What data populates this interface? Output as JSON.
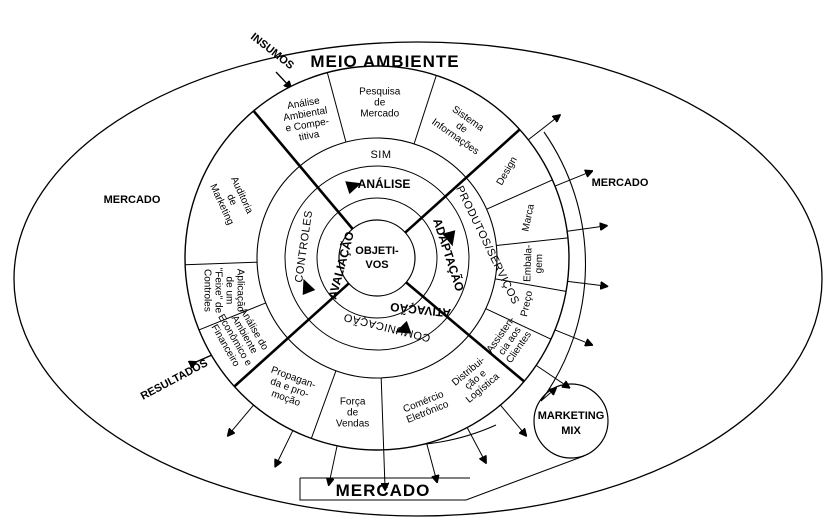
{
  "diagram": {
    "title": "MEIO AMBIENTE",
    "inputs_label": "INSUMOS",
    "results_label": "RESULTADOS",
    "market_left": "MERCADO",
    "market_right": "MERCADO",
    "market_bottom": "MERCADO",
    "marketing_mix": [
      "MARKETING",
      "MIX"
    ],
    "center": [
      "OBJETI-",
      "VOS"
    ],
    "process": {
      "analysis": "ANÁLISE",
      "adaptation": "ADAPTAÇÃO",
      "activation": "ATIVAÇÃO",
      "evaluation": "AVALIAÇÃO"
    },
    "middle_ring": {
      "sim": "SIM",
      "products": "PRODUTOS/SERVIÇOS",
      "communication": "COMUNICAÇÃO",
      "controls": "CONTROLES"
    },
    "outer": {
      "analysis_segments": [
        [
          "Análise",
          "Ambiental",
          "e Compe-",
          "titiva"
        ],
        [
          "Pesquisa",
          "de",
          "Mercado"
        ],
        [
          "Sistema",
          "de",
          "Informações"
        ]
      ],
      "adaptation_segments": [
        [
          "Design"
        ],
        [
          "Marca"
        ],
        [
          "Embala-",
          "gem"
        ],
        [
          "Preço"
        ],
        [
          "Assisten-",
          "cia aos",
          "Clientes"
        ]
      ],
      "activation_segments": [
        [
          "Distribui-",
          "ção e",
          "Logística"
        ],
        [
          "Comércio",
          "Eletrônico"
        ],
        [
          "Força",
          "de",
          "Vendas"
        ],
        [
          "Propagan-",
          "da e pro-",
          "moção"
        ]
      ],
      "evaluation_segments": [
        [
          "Análise do",
          "Ambiente",
          "Econômico e",
          "Financeiro"
        ],
        [
          "Aplicação",
          "de um",
          "\"Feixe\" de",
          "Controles"
        ],
        [
          "Auditoria",
          "de",
          "Marketing"
        ]
      ]
    }
  }
}
